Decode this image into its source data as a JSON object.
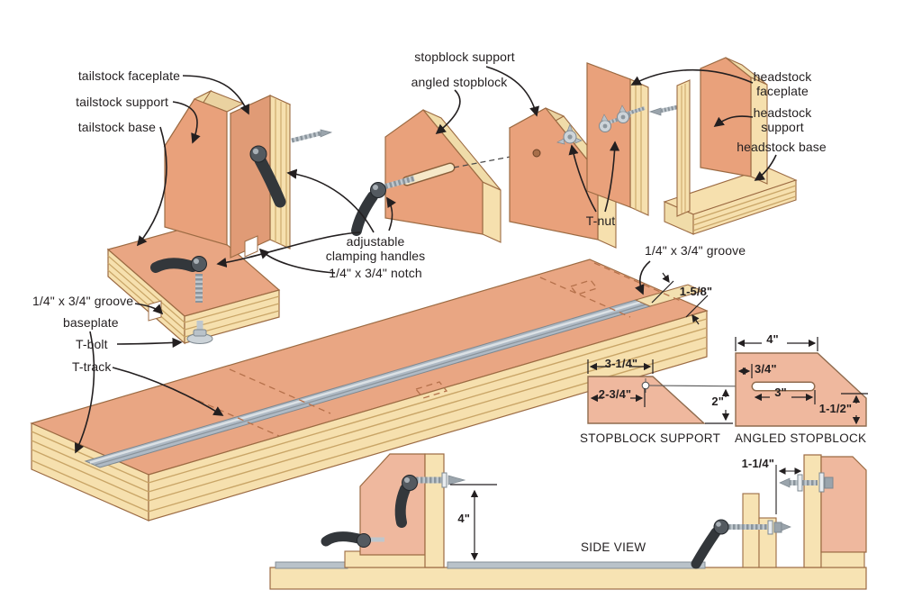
{
  "colors": {
    "ink": "#231f20",
    "wood_face": "#E9A683",
    "wood_face_dark": "#E09B76",
    "wood_edge": "#F6E0AE",
    "wood_stripe": "#C9A567",
    "detail_fill": "#EFB89E",
    "track_gray": "#AEB9C4",
    "handle_dark": "#33373B",
    "metal": "#BFC7CD",
    "dash_brown": "#B5714B"
  },
  "exploded_view": {
    "labels": {
      "tailstock_faceplate": "tailstock faceplate",
      "tailstock_support": "tailstock support",
      "tailstock_base": "tailstock base",
      "stopblock_support": "stopblock support",
      "angled_stopblock": "angled stopblock",
      "headstock_faceplate": "headstock\nfaceplate",
      "headstock_support": "headstock\nsupport",
      "headstock_base": "headstock base",
      "t_nut": "T-nut",
      "adjustable_clamping_handles": "adjustable\nclamping handles",
      "notch": "1/4\" x 3/4\" notch",
      "groove_right": "1/4\" x 3/4\" groove",
      "groove_left": "1/4\" x 3/4\" groove",
      "baseplate": "baseplate",
      "t_bolt": "T-bolt",
      "t_track": "T-track"
    },
    "dimensions": {
      "groove_offset": "1-5/8\""
    }
  },
  "detail_views": {
    "stopblock_support": {
      "title": "STOPBLOCK SUPPORT",
      "dims": {
        "top_width": "3-1/4\"",
        "hole_offset": "2-3/4\"",
        "height": "2\""
      }
    },
    "angled_stopblock": {
      "title": "ANGLED STOPBLOCK",
      "dims": {
        "width": "4\"",
        "slot_inset": "3/4\"",
        "slot_length": "3\"",
        "right_height": "1-1/2\""
      }
    }
  },
  "side_view": {
    "title": "SIDE VIEW",
    "dims": {
      "faceplate_height": "4\"",
      "stopblock_gap": "1-1/4\""
    }
  }
}
